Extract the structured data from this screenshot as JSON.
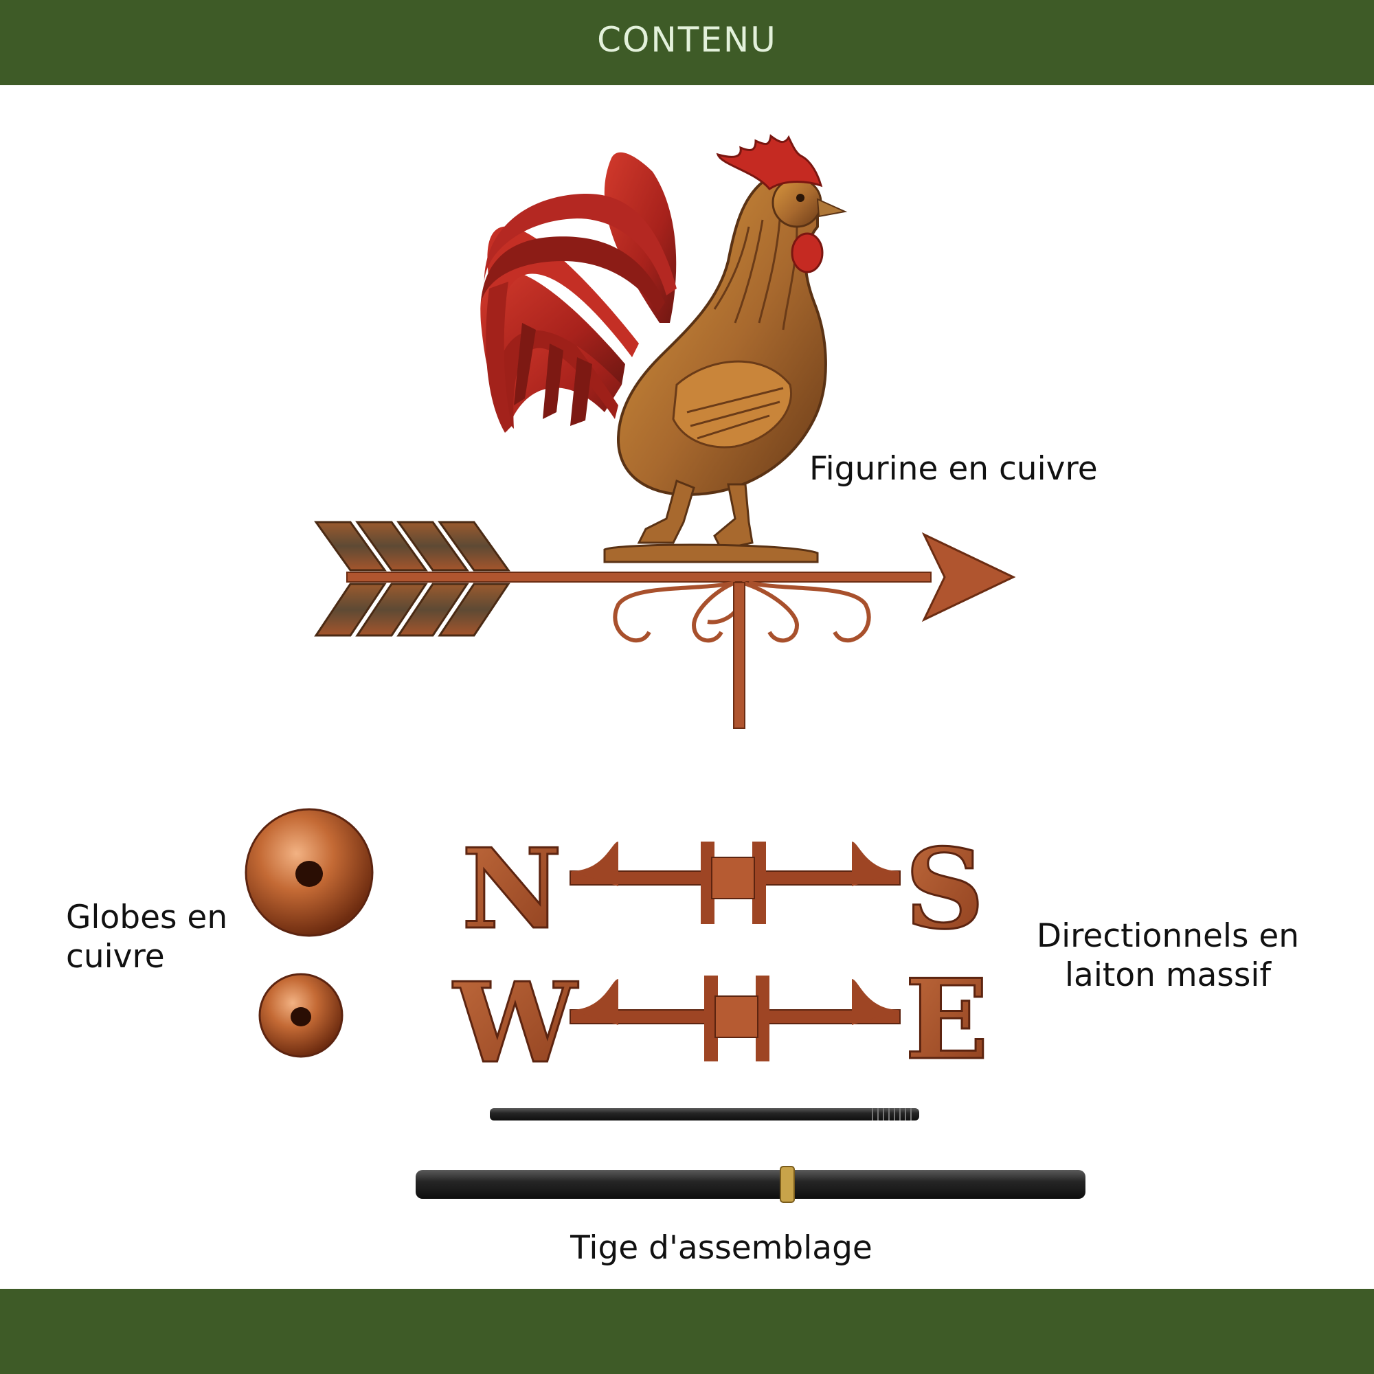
{
  "header": {
    "title": "CONTENU"
  },
  "labels": {
    "figurine": "Figurine en cuivre",
    "globes_line1": "Globes en",
    "globes_line2": "cuivre",
    "directionnels_line1": "Directionnels en",
    "directionnels_line2": "laiton massif",
    "tige": "Tige d'assemblage"
  },
  "directions": {
    "north": "N",
    "south": "S",
    "west": "W",
    "east": "E"
  },
  "colors": {
    "band": "#3e5b27",
    "header_text": "#e3f1db",
    "copper": "#b0552f",
    "bronze": "#a8692e",
    "red_feather": "#b42822",
    "black_rod": "#232323"
  }
}
